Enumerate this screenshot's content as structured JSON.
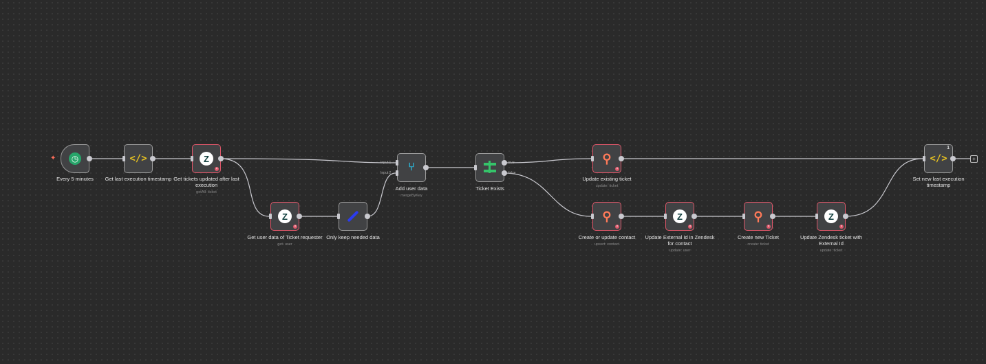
{
  "nodes": [
    {
      "id": "trigger",
      "label": "Every 5 minutes",
      "sub": "",
      "icon": "clock-icon"
    },
    {
      "id": "code1",
      "label": "Get last execution timestamp",
      "sub": "",
      "icon": "code-icon"
    },
    {
      "id": "zd1",
      "label": "Get tickets updated after last execution",
      "sub": "getAll: ticket",
      "icon": "zendesk-icon"
    },
    {
      "id": "zd2",
      "label": "Get user data of Ticket requester",
      "sub": "get: user",
      "icon": "zendesk-icon"
    },
    {
      "id": "set",
      "label": "Only keep needed data",
      "sub": "",
      "icon": "pen-icon"
    },
    {
      "id": "merge",
      "label": "Add user data",
      "sub": "mergeByKey",
      "icon": "merge-icon"
    },
    {
      "id": "if",
      "label": "Ticket Exists",
      "sub": "",
      "icon": "if-icon"
    },
    {
      "id": "hs1",
      "label": "Update existing ticket",
      "sub": "update: ticket",
      "icon": "hubspot-icon"
    },
    {
      "id": "hs2",
      "label": "Create or update contact",
      "sub": "upsert: contact",
      "icon": "hubspot-icon"
    },
    {
      "id": "zd3",
      "label": "Update External Id in Zendesk for contact",
      "sub": "update: user",
      "icon": "zendesk-icon"
    },
    {
      "id": "hs3",
      "label": "Create new Ticket",
      "sub": "create: ticket",
      "icon": "hubspot-icon"
    },
    {
      "id": "zd4",
      "label": "Update Zendesk ticket with External Id",
      "sub": "update: ticket",
      "icon": "zendesk-icon"
    },
    {
      "id": "code2",
      "label": "Set new last execution timestamp",
      "sub": "",
      "icon": "code-icon",
      "badge": "1"
    }
  ],
  "ports": {
    "input1": "Input 1",
    "input2": "Input 2",
    "true": "true",
    "false": "false"
  },
  "glyphs": {
    "zendesk": "Z",
    "hubspot": "⚲",
    "code": "</>",
    "plus": "+",
    "error": "×"
  }
}
